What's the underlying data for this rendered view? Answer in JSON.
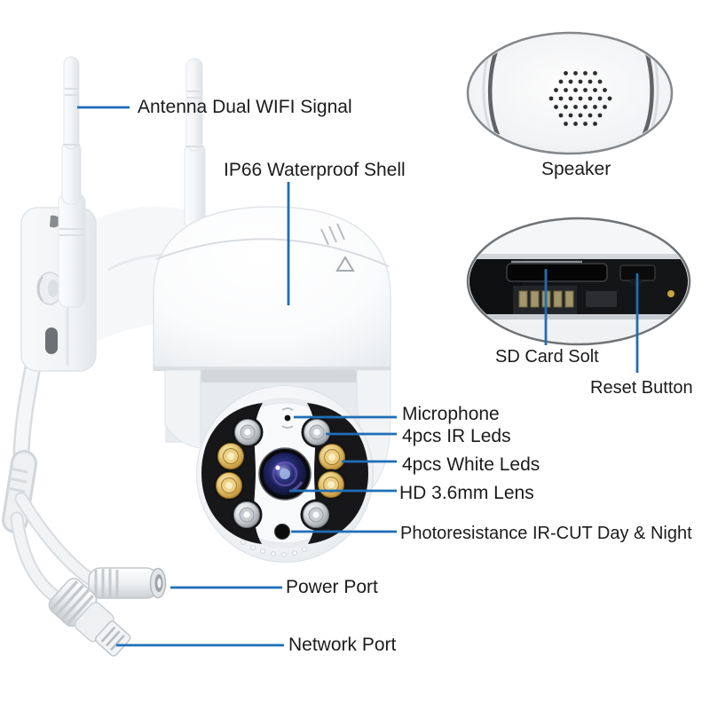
{
  "labels": {
    "antenna": "Antenna Dual WIFI Signal",
    "shell": "IP66 Waterproof Shell",
    "speaker": "Speaker",
    "sd_card": "SD Card Solt",
    "reset": "Reset Button",
    "microphone": "Microphone",
    "ir_leds": "4pcs IR Leds",
    "white_leds": "4pcs White Leds",
    "lens": "HD 3.6mm Lens",
    "photoresistance": "Photoresistance IR-CUT Day & Night",
    "power": "Power Port",
    "network": "Network Port"
  },
  "colors": {
    "leader_line": "#1e6eb8",
    "text": "#1b1b1b",
    "background": "#ffffff",
    "shell_black": "#17171a",
    "led_yellow": "#e7c979",
    "lens_glass": "#2c3380"
  }
}
